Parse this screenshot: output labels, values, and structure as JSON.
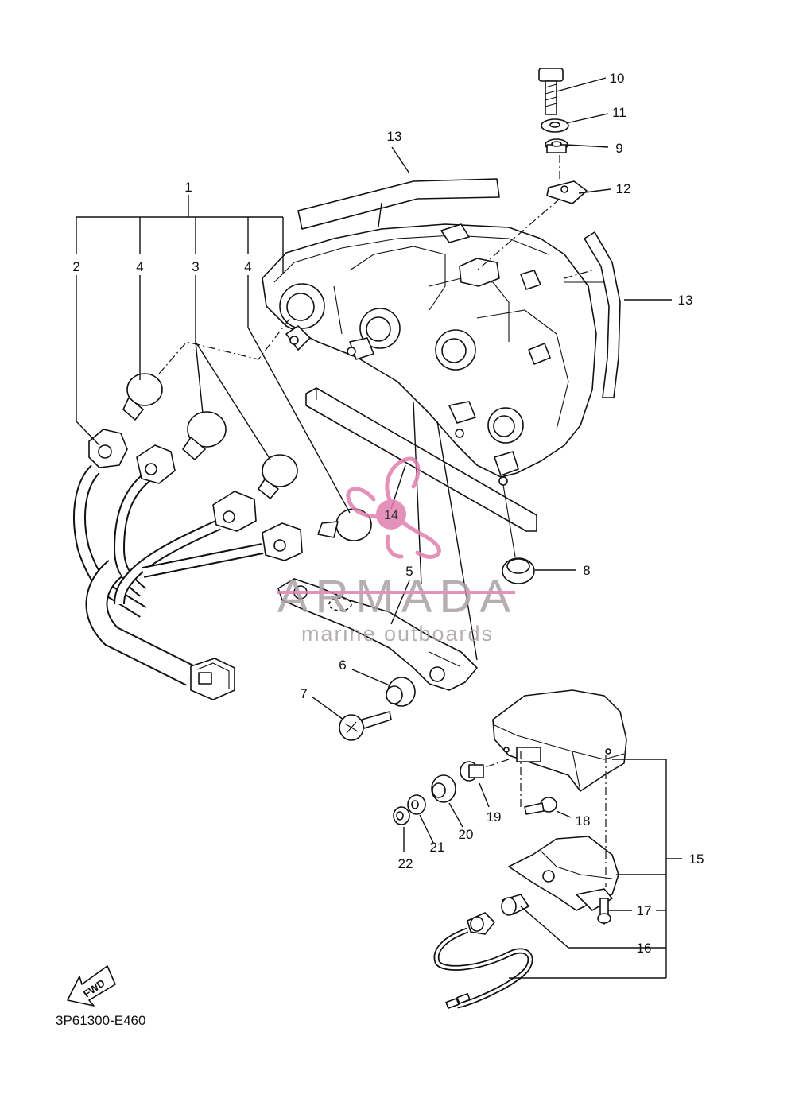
{
  "diagram": {
    "code": "3P61300-E460",
    "fwd_label": "FWD",
    "callouts": {
      "c1": "1",
      "c2": "2",
      "c3": "3",
      "c4a": "4",
      "c4b": "4",
      "c5": "5",
      "c6": "6",
      "c7": "7",
      "c8": "8",
      "c9": "9",
      "c10": "10",
      "c11": "11",
      "c12": "12",
      "c13a": "13",
      "c13b": "13",
      "c14": "14",
      "c15": "15",
      "c16": "16",
      "c17": "17",
      "c18": "18",
      "c19": "19",
      "c20": "20",
      "c21": "21",
      "c22": "22"
    }
  },
  "watermark": {
    "brand": "ARMADA",
    "tagline": "marine outboards",
    "colors": {
      "pink": "#e17fb0",
      "grey": "#9a8f96"
    }
  }
}
